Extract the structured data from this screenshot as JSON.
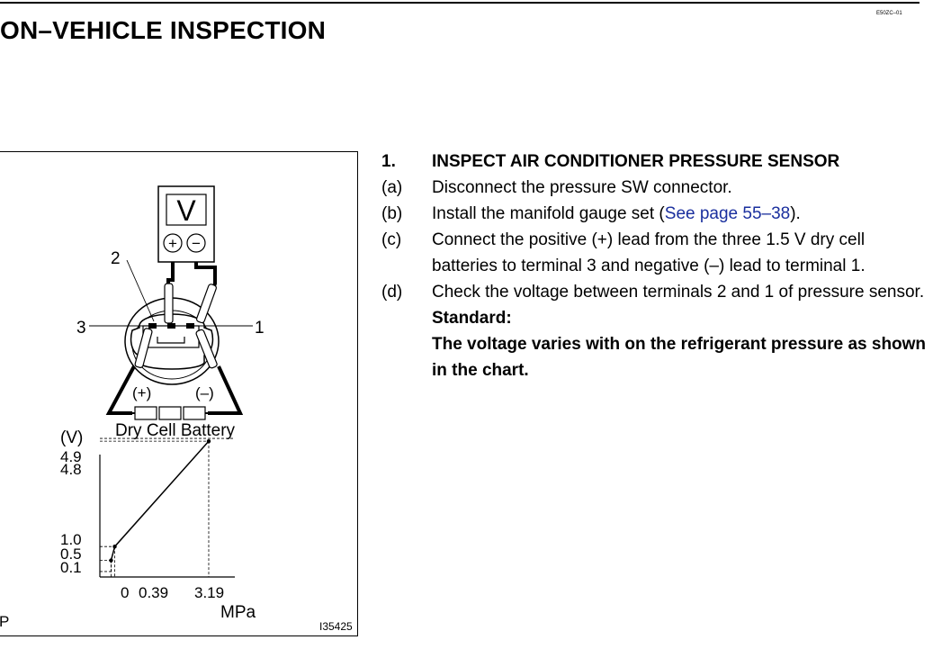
{
  "header": {
    "title": "ON–VEHICLE INSPECTION",
    "doc_code": "E50ZC–01"
  },
  "figure": {
    "meter_symbol": "V",
    "meter_plus": "+",
    "meter_minus": "−",
    "terminal_2": "2",
    "terminal_3": "3",
    "terminal_1": "1",
    "battery_plus": "(+)",
    "battery_minus": "(–)",
    "battery_label": "Dry Cell Battery",
    "figure_id": "I35425",
    "left_edge_char": "P"
  },
  "chart_data": {
    "type": "line",
    "ylabel": "(V)",
    "xlabel": "MPa",
    "x_ticks": [
      "0",
      "0.39",
      "3.19"
    ],
    "y_ticks": [
      "4.9",
      "4.8",
      "1.0",
      "0.5",
      "0.1"
    ],
    "series": [
      {
        "x": [
          0.39,
          3.19
        ],
        "y": [
          1.0,
          4.8
        ]
      }
    ],
    "dashed_segment": {
      "x": [
        0.1,
        0.28
      ],
      "y": [
        0.1,
        0.5
      ]
    },
    "reference_points": [
      {
        "x": 0.28,
        "y": 0.5
      },
      {
        "x": 0.39,
        "y": 1.0
      },
      {
        "x": 3.19,
        "y": 4.8
      }
    ],
    "max_reference": {
      "x": 3.19,
      "y": 4.9
    }
  },
  "procedure": {
    "step1_num": "1.",
    "step1_title": "INSPECT AIR CONDITIONER PRESSURE SENSOR",
    "a_num": "(a)",
    "a_text": "Disconnect the pressure SW connector.",
    "b_num": "(b)",
    "b_text_before": "Install the manifold gauge set (",
    "b_link": "See page 55–38",
    "b_text_after": ").",
    "c_num": "(c)",
    "c_text": "Connect the positive (+) lead from the three 1.5 V dry cell batteries to terminal 3 and negative (–) lead to terminal 1.",
    "d_num": "(d)",
    "d_text": "Check the voltage between terminals 2 and 1 of pressure sensor.",
    "standard_label": "Standard:",
    "standard_text": "The voltage varies with on the refrigerant pressure as shown in the chart."
  }
}
